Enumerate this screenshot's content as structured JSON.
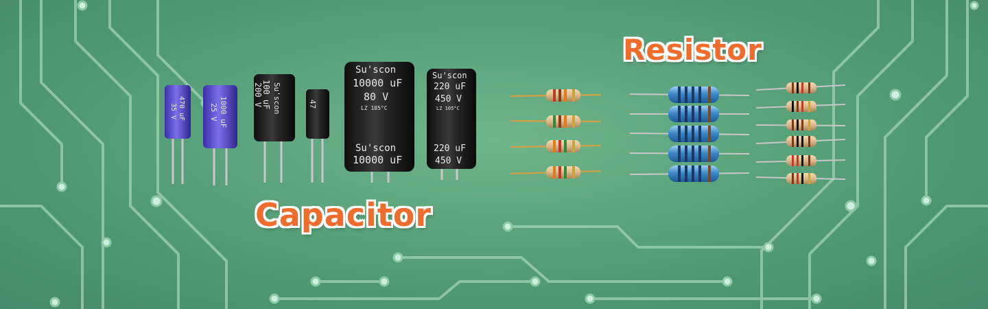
{
  "labels": {
    "capacitor": "Capacitor",
    "resistor": "Resistor"
  },
  "capacitors": [
    {
      "body_color": "#5a4fd1",
      "texts": [
        "470 uF",
        "35 V"
      ]
    },
    {
      "body_color": "#5a4fd1",
      "texts": [
        "1000 uF",
        "25 V"
      ]
    },
    {
      "body_color": "#1c1c1c",
      "brand": "Su'scon",
      "texts": [
        "100 uF",
        "200 V"
      ]
    },
    {
      "body_color": "#1c1c1c",
      "texts": [
        "47"
      ]
    },
    {
      "body_color": "#1c1c1c",
      "brand": "Su'scon",
      "texts": [
        "10000 uF",
        "80 V",
        "LZ 105°C"
      ]
    },
    {
      "body_color": "#1c1c1c",
      "brand": "Su'scon",
      "texts": [
        "220 uF",
        "450 V",
        "LZ 105°C"
      ]
    }
  ],
  "colors": {
    "background": "#5da57d",
    "trace": "#9fd4b3",
    "title_fill": "#ef6c2c",
    "title_outline": "#ffffff",
    "resistor_beige": "#d9b98a",
    "resistor_blue": "#3d87c9",
    "lead_gold": "#c9a24a",
    "lead_silver": "#c8c8c8"
  }
}
